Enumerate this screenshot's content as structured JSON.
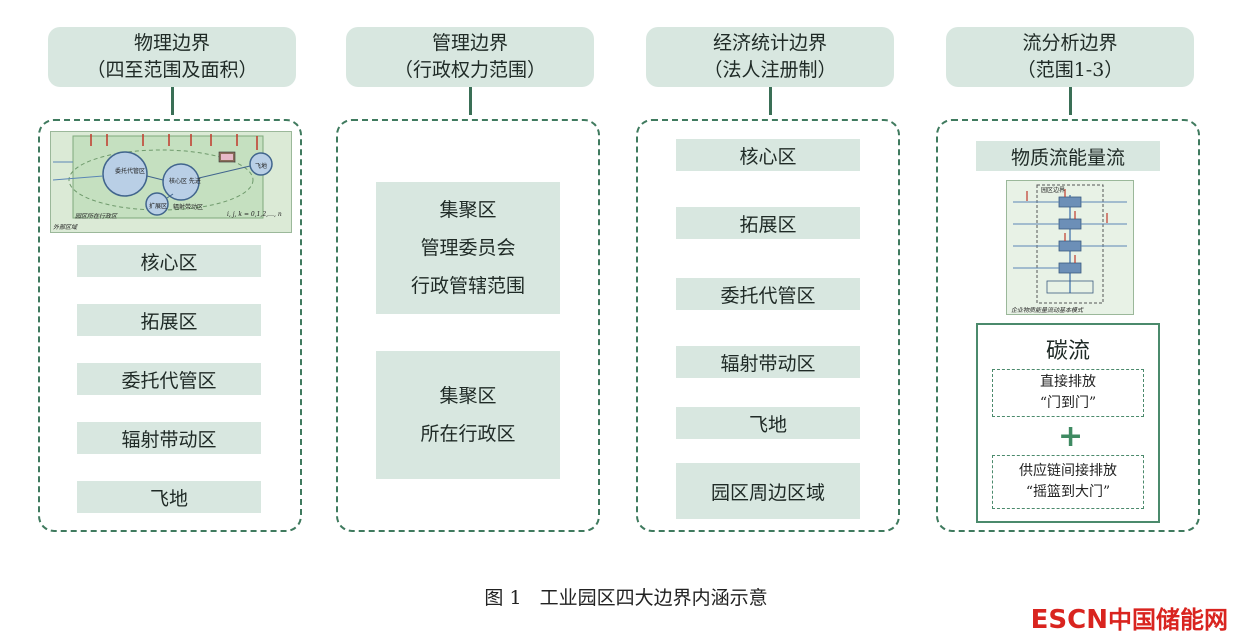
{
  "columns": [
    {
      "title_line1": "物理边界",
      "title_line2": "（四至范围及面积）",
      "items": [
        "核心区",
        "拓展区",
        "委托代管区",
        "辐射带动区",
        "飞地"
      ],
      "thumbnail": {
        "labels": [
          "委托代管区",
          "核心区 先进",
          "扩展区",
          "辐射带动区",
          "飞地",
          "外部区域",
          "园区所在行政区",
          "i, j, k = 0,1,2,…, n"
        ]
      }
    },
    {
      "title_line1": "管理边界",
      "title_line2": "（行政权力范围）",
      "blocks": [
        [
          "集聚区",
          "管理委员会",
          "行政管辖范围"
        ],
        [
          "集聚区",
          "所在行政区"
        ]
      ]
    },
    {
      "title_line1": "经济统计边界",
      "title_line2": "（法人注册制）",
      "items": [
        "核心区",
        "拓展区",
        "委托代管区",
        "辐射带动区",
        "飞地",
        "园区周边区域"
      ]
    },
    {
      "title_line1": "流分析边界",
      "title_line2": "（范围1-3）",
      "top_label": "物质流能量流",
      "thumbnail": {
        "labels": [
          "园区边界",
          "企业物质能量流动基本模式"
        ]
      },
      "carbon": {
        "title": "碳流",
        "direct_line1": "直接排放",
        "direct_line2": "“门到门”",
        "plus": "+",
        "indirect_line1": "供应链间接排放",
        "indirect_line2": "“摇篮到大门”"
      }
    }
  ],
  "caption": {
    "figure_number": "图 1",
    "text": "工业园区四大边界内涵示意"
  },
  "watermark": {
    "latin": "ESCN",
    "chinese": "中国储能网"
  },
  "colors": {
    "box_fill": "#d8e7e0",
    "dash_border": "#3f7a5e",
    "plus": "#3f8a62",
    "logo": "#d9241f"
  }
}
